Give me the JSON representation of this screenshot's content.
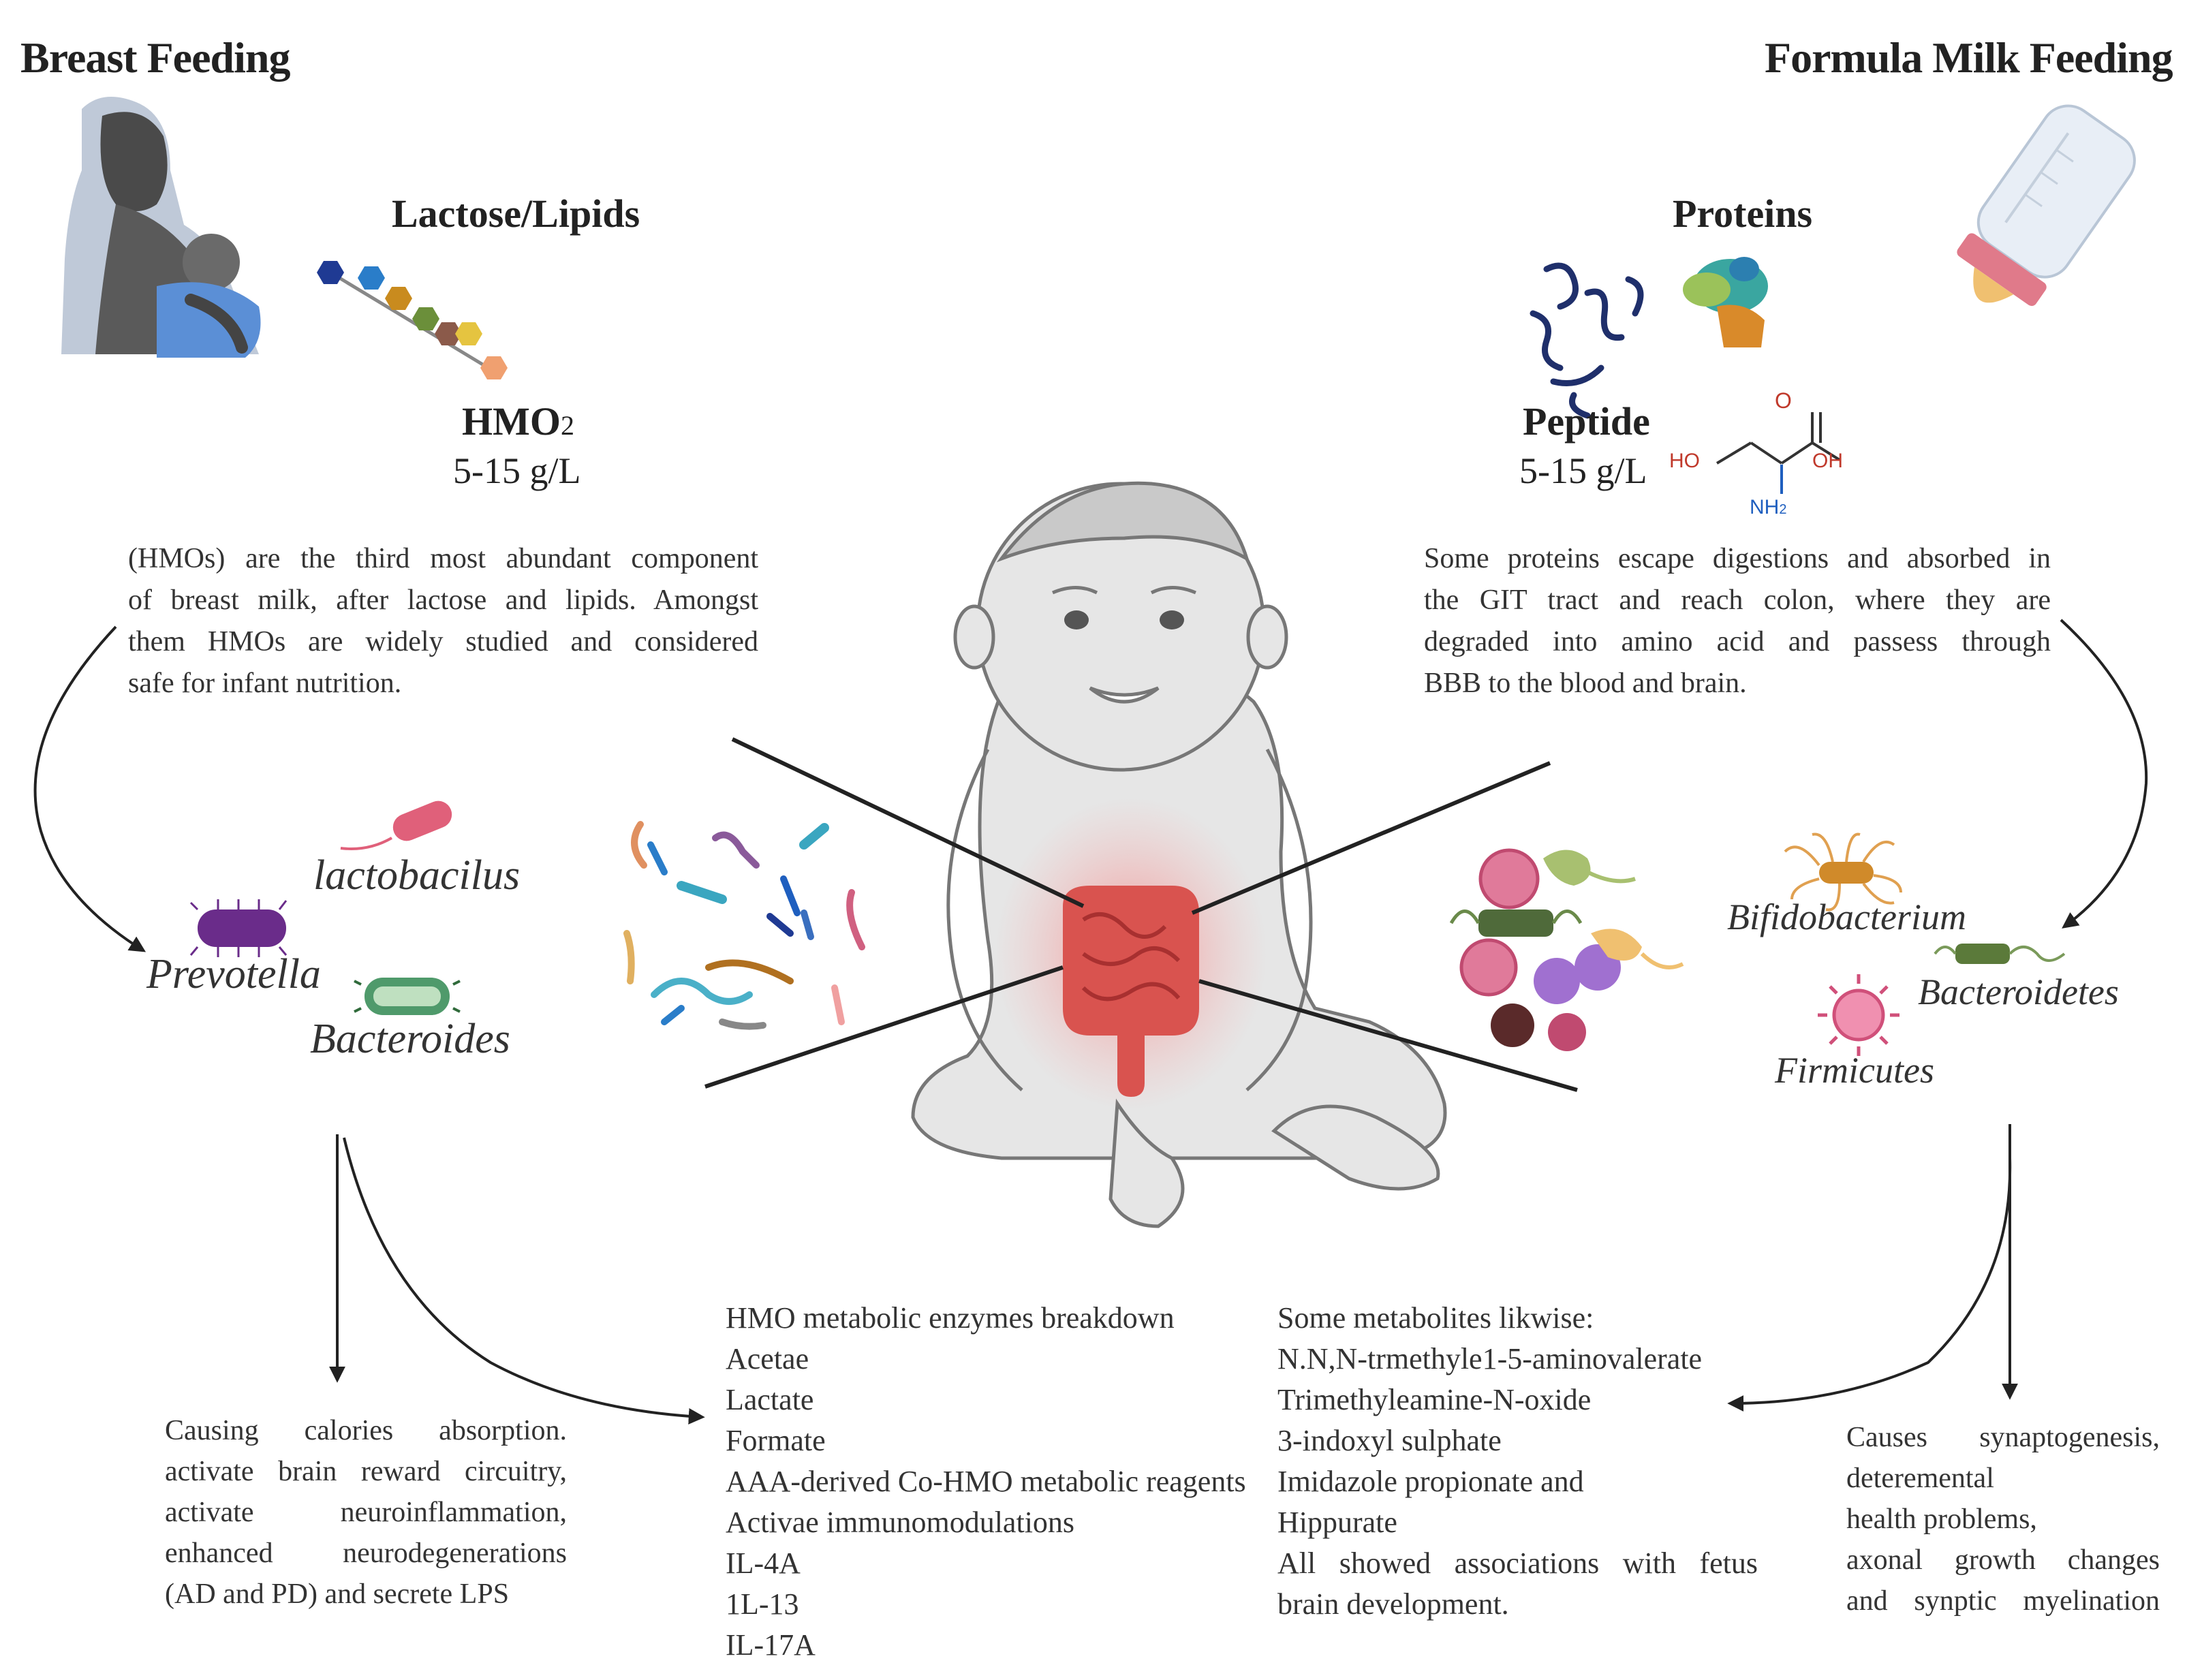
{
  "left": {
    "title": "Breast Feeding",
    "component_title": "Lactose/Lipids",
    "hmo_label": "HMO",
    "hmo_subscript": "2",
    "concentration": "5-15 g/L",
    "description_lines": [
      "(HMOs) are the third most abundant component",
      "of breast milk, after lactose and lipids. Amongst",
      "them HMOs are widely studied and considered",
      "safe for infant nutrition."
    ],
    "bacteria": [
      "lactobacilus",
      "Prevotella",
      "Bacteroides"
    ],
    "effects_lines": [
      "Causing calories absorption.",
      "activate brain reward circuitry,",
      "activate neuroinflammation,",
      "enhanced neurodegenerations",
      "(AD and PD) and secrete LPS"
    ]
  },
  "right": {
    "title": "Formula Milk Feeding",
    "component_title": "Proteins",
    "peptide_label": "Peptide",
    "concentration": "5-15 g/L",
    "amino_acid_atoms": {
      "oxygen": "O",
      "hydroxyl_left": "HO",
      "hydroxyl_right": "OH",
      "amine": "NH",
      "amine_sub": "2"
    },
    "description_lines": [
      "Some proteins escape digestions and absorbed in",
      "the GIT  tract and reach colon, where they are",
      "degraded  into amino acid and passess through",
      "BBB to the blood  and brain."
    ],
    "bacteria": [
      "Bifidobacterium",
      "Bacteroidetes",
      "Firmicutes"
    ],
    "effects_lines": [
      "Causes synaptogenesis,",
      "deteremental",
      "health problems,",
      "axonal growth changes",
      "and synptic myelination"
    ]
  },
  "center_left_list": [
    "HMO  metabolic enzymes breakdown",
    "Acetae",
    "Lactate",
    "Formate",
    "AAA-derived Co-HMO metabolic reagents",
    "Activae immunomodulations",
    "IL-4A",
    "1L-13",
    "IL-17A"
  ],
  "center_right_list": [
    "Some  metabolites likwise:",
    "N.N,N-trmethyle1-5-aminovalerate",
    "Trimethyleamine-N-oxide",
    "3-indoxyl sulphate",
    "Imidazole propionate  and",
    "Hippurate",
    "All showed associations with fetus",
    "brain development."
  ],
  "colors": {
    "gut": "#d9534f",
    "baby_skin": "#e6e6e6",
    "prevotella": "#6a2c8a",
    "bacteroides": "#4f9a6b",
    "lactobacilus": "#e0607a",
    "bifidobacterium": "#d08a2a",
    "bacteroidetes": "#5b7a3a",
    "firmicutes": "#e07a9a"
  }
}
